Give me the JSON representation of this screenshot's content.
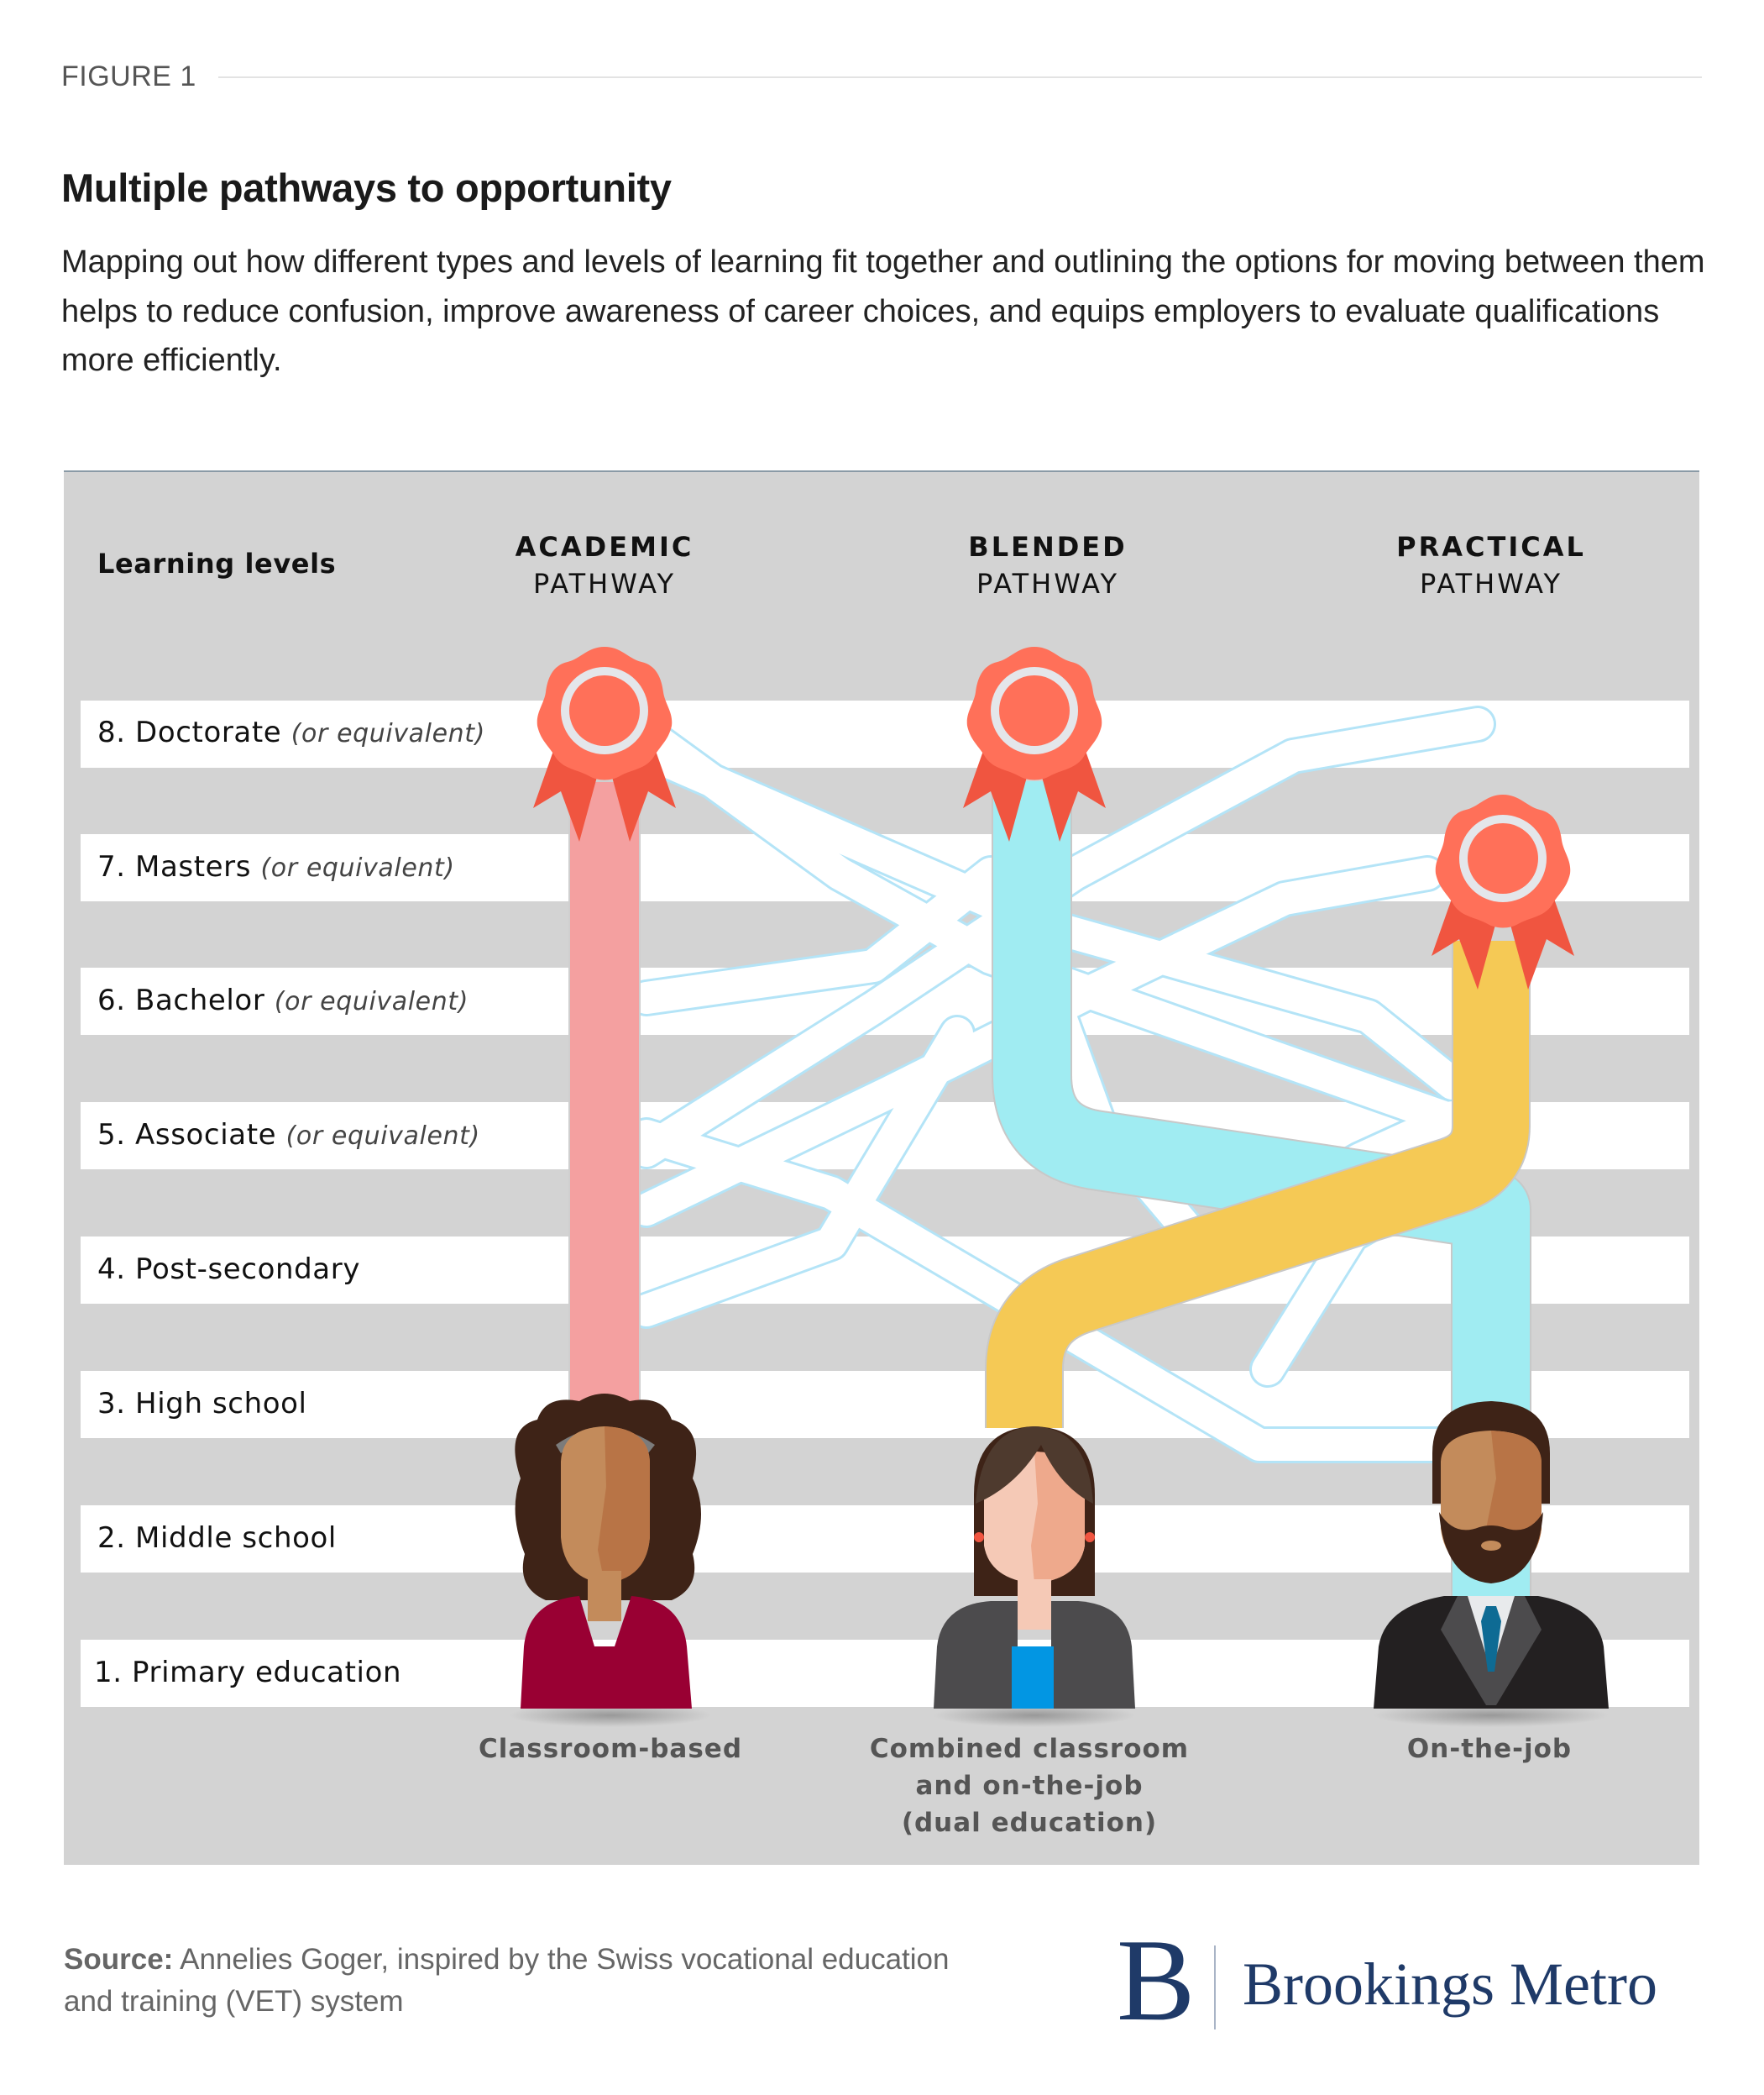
{
  "header": {
    "figure_label": "FIGURE 1",
    "title": "Multiple pathways to opportunity",
    "description": "Mapping out how different types and levels of learning fit together and outlining the options for moving between them helps to reduce confusion, improve awareness of career choices, and equips employers to evaluate qualifications more efficiently."
  },
  "diagram": {
    "levels_heading": "Learning levels",
    "levels": [
      {
        "label": "8. Doctorate",
        "qualifier": "(or equivalent)"
      },
      {
        "label": "7. Masters",
        "qualifier": "(or equivalent)"
      },
      {
        "label": "6. Bachelor",
        "qualifier": "(or equivalent)"
      },
      {
        "label": "5. Associate",
        "qualifier": "(or equivalent)"
      },
      {
        "label": "4. Post-secondary",
        "qualifier": ""
      },
      {
        "label": "3. High school",
        "qualifier": ""
      },
      {
        "label": "2. Middle school",
        "qualifier": ""
      },
      {
        "label": "1. Primary education",
        "qualifier": ""
      }
    ],
    "pathways": [
      {
        "name": "ACADEMIC",
        "suffix": "PATHWAY",
        "caption_lines": [
          "Classroom-based"
        ],
        "color": "#f4a0a0",
        "person": "woman-curly-hair"
      },
      {
        "name": "BLENDED",
        "suffix": "PATHWAY",
        "caption_lines": [
          "Combined classroom",
          "and on-the-job",
          "(dual education)"
        ],
        "color": "#a0ecf2",
        "person": "woman-long-hair"
      },
      {
        "name": "PRACTICAL",
        "suffix": "PATHWAY",
        "caption_lines": [
          "On-the-job"
        ],
        "color": "#f5c955",
        "person": "man-beard-suit"
      }
    ],
    "colors": {
      "panel_bg": "#d3d3d3",
      "row_bg": "#ffffff",
      "connector_fill": "#ffffff",
      "connector_outline": "#b4e4f7",
      "ribbon": "#ff7059",
      "ribbon_tails": "#f05540",
      "ribbon_ring": "#e4e6ea"
    }
  },
  "footer": {
    "source_label": "Source:",
    "source_text": "Annelies Goger, inspired by the Swiss vocational education and training (VET) system",
    "logo_mark": "B",
    "logo_text": "Brookings Metro"
  }
}
